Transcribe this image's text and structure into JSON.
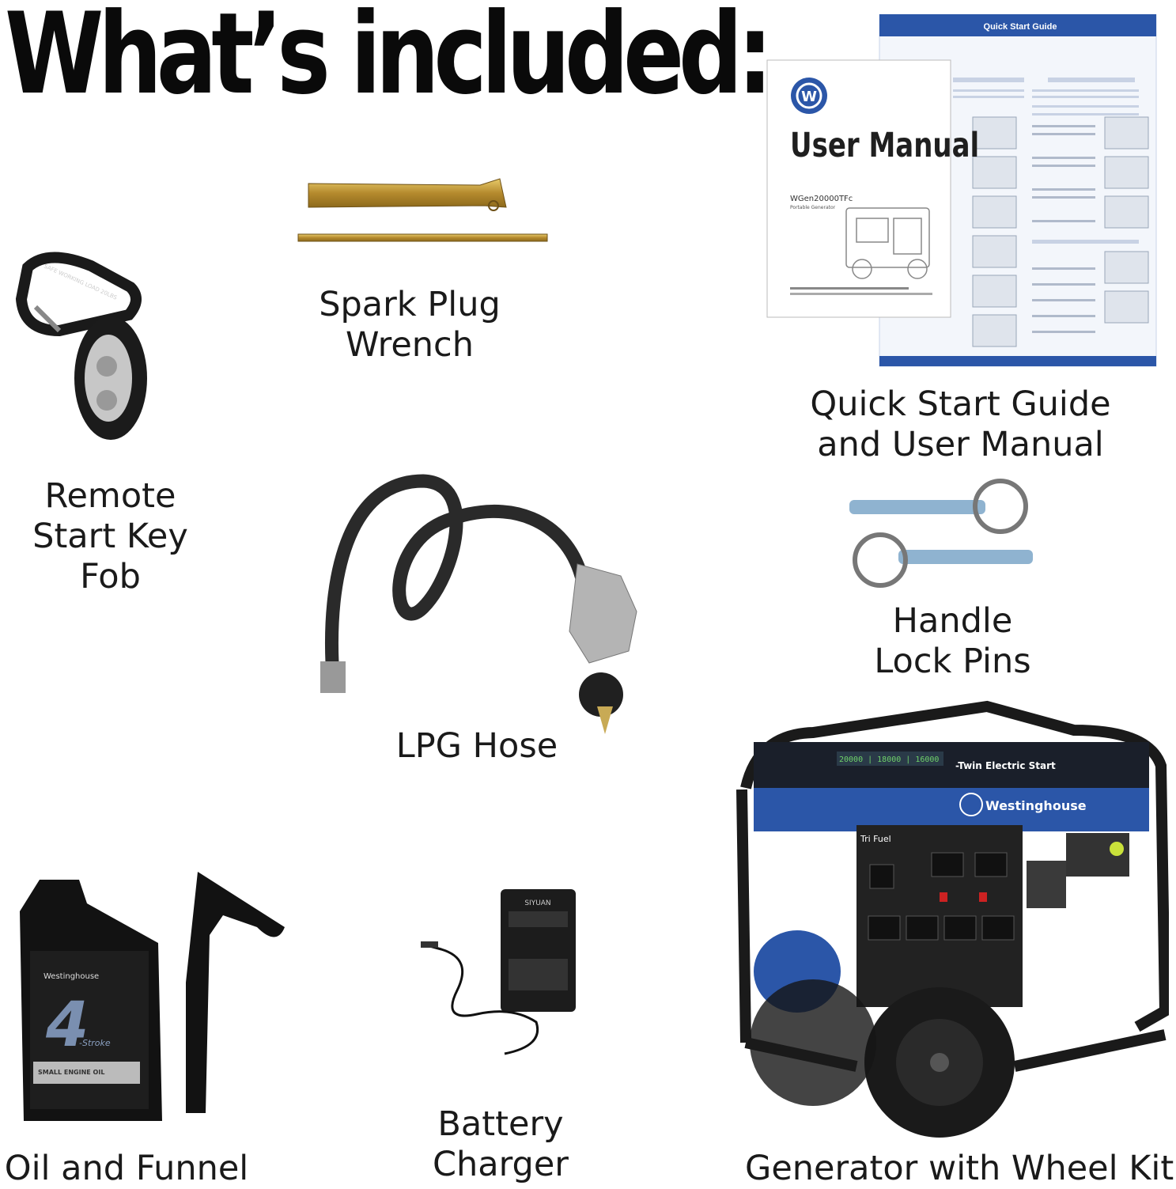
{
  "title": "What’s included:",
  "items": [
    {
      "id": "spark-plug-wrench",
      "lines": [
        "Spark Plug",
        "Wrench"
      ]
    },
    {
      "id": "remote-start-key-fob",
      "lines": [
        "Remote",
        "Start Key",
        "Fob"
      ]
    },
    {
      "id": "quick-start-guide-user-manual",
      "lines": [
        "Quick Start Guide",
        "and User Manual"
      ]
    },
    {
      "id": "lpg-hose",
      "lines": [
        "LPG Hose"
      ]
    },
    {
      "id": "handle-lock-pins",
      "lines": [
        "Handle",
        "Lock Pins"
      ]
    },
    {
      "id": "oil-and-funnel",
      "lines": [
        "Oil and Funnel"
      ]
    },
    {
      "id": "battery-charger",
      "lines": [
        "Battery",
        "Charger"
      ]
    },
    {
      "id": "generator-with-wheel-kit",
      "lines": [
        "Generator with Wheel Kit"
      ]
    }
  ],
  "manual": {
    "heading": "User Manual",
    "model": "WGen20000TFc",
    "subtitle": "Portable Generator",
    "guide_title": "Quick Start Guide",
    "brand": "Westinghouse"
  },
  "oil": {
    "brand": "Westinghouse",
    "big": "4",
    "stroke": "-Stroke",
    "type": "SMALL ENGINE OIL"
  },
  "generator": {
    "brand": "Westinghouse",
    "fuel": "Tri Fuel"
  },
  "charger": {
    "brand": "SIYUAN"
  },
  "keyfob": {
    "strap": "SAFE WORKING LOAD 20LBS"
  },
  "colors": {
    "accent_blue": "#2b56a8",
    "ink": "#111111"
  }
}
